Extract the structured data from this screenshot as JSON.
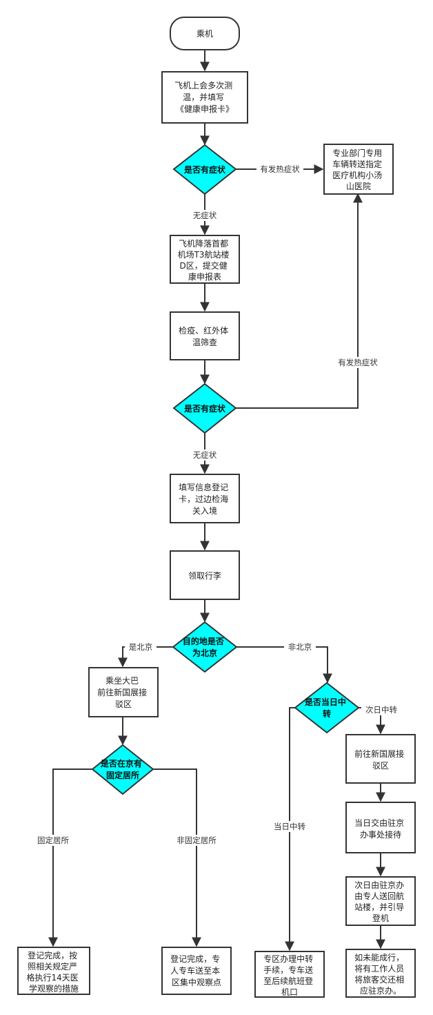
{
  "nodes": {
    "start": [
      "乘机"
    ],
    "measure": [
      "飞机上会多次测",
      "温，并填写",
      "《健康申报卡》"
    ],
    "check1": [
      "是否有症状"
    ],
    "hospital": [
      "专业部门专用",
      "车辆转送指定",
      "医疗机构小汤",
      "山医院"
    ],
    "landing": [
      "飞机降落首都",
      "机场T3航站楼",
      "D区，提交健",
      "康申报表"
    ],
    "quarantine": [
      "检疫、红外体",
      "温筛查"
    ],
    "check2": [
      "是否有症状"
    ],
    "fill_form": [
      "填写信息登记",
      "卡，过边检海",
      "关入境"
    ],
    "baggage": [
      "领取行李"
    ],
    "dest": [
      "目的地是否",
      "为北京"
    ],
    "bus": [
      "乘坐大巴",
      "前往新国展接",
      "驳区"
    ],
    "residence": [
      "是否在京有",
      "固定居所"
    ],
    "fixed_result": [
      "登记完成，按",
      "照相关规定严",
      "格执行14天医",
      "学观察的措施"
    ],
    "nonfixed_result": [
      "登记完成，专",
      "人专车送至本",
      "区集中观察点"
    ],
    "sameday": [
      "是否当日中",
      "转"
    ],
    "transfer_counter": [
      "专区办理中转",
      "手续，专车送",
      "至后续航班登",
      "机口"
    ],
    "xinguozhan": [
      "前往新国展接",
      "驳区"
    ],
    "office_receive": [
      "当日交由驻京",
      "办事处接待"
    ],
    "next_day": [
      "次日由驻京办",
      "由专人送回航",
      "站楼，并引导",
      "登机"
    ],
    "cannot_travel": [
      "如未能成行，",
      "将有工作人员",
      "将旅客交还相",
      "应驻京办。"
    ]
  },
  "edge_labels": {
    "fever1": "有发热症状",
    "no_symptom1": "无症状",
    "fever2": "有发热症状",
    "no_symptom2": "无症状",
    "is_beijing": "是北京",
    "not_beijing": "非北京",
    "fixed": "固定居所",
    "not_fixed": "非固定居所",
    "sameday_yes": "当日中转",
    "nextday": "次日中转"
  },
  "colors": {
    "decision_fill": "#00ffff",
    "stroke": "#333333"
  }
}
